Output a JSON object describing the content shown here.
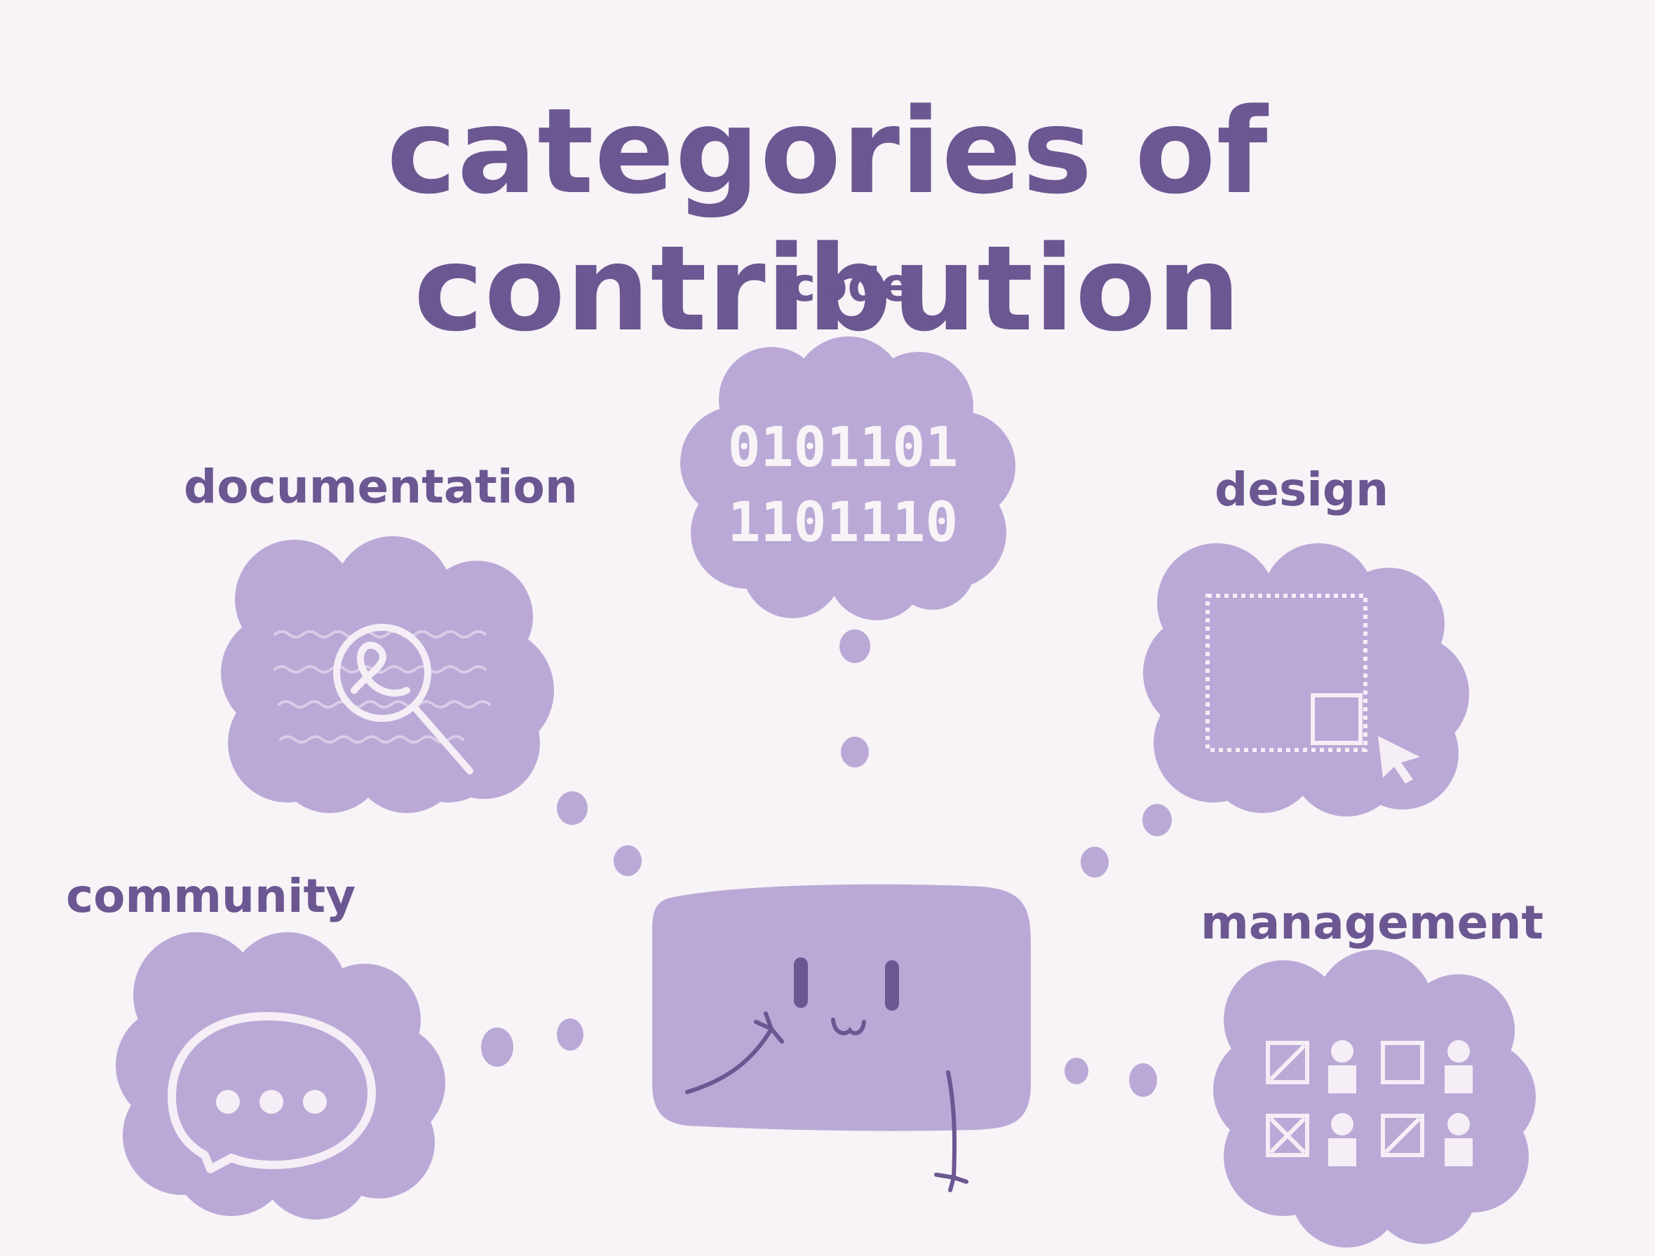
{
  "title": "categories of contribution",
  "labels": {
    "code": "code",
    "documentation": "documentation",
    "design": "design",
    "community": "community",
    "management": "management"
  },
  "code_binary": {
    "line1": "0101101",
    "line2": "1101110"
  },
  "icons": {
    "code": "binary-digits-icon",
    "documentation": "magnifying-glass-document-icon",
    "design": "selection-box-cursor-icon",
    "community": "speech-bubble-icon",
    "management": "tasks-people-grid-icon",
    "center": "smiling-character-icon"
  },
  "colors": {
    "background": "#f8f3f7",
    "cloud": "#baa9d6",
    "text": "#6b5791",
    "icon_stroke": "#f5eef6"
  }
}
